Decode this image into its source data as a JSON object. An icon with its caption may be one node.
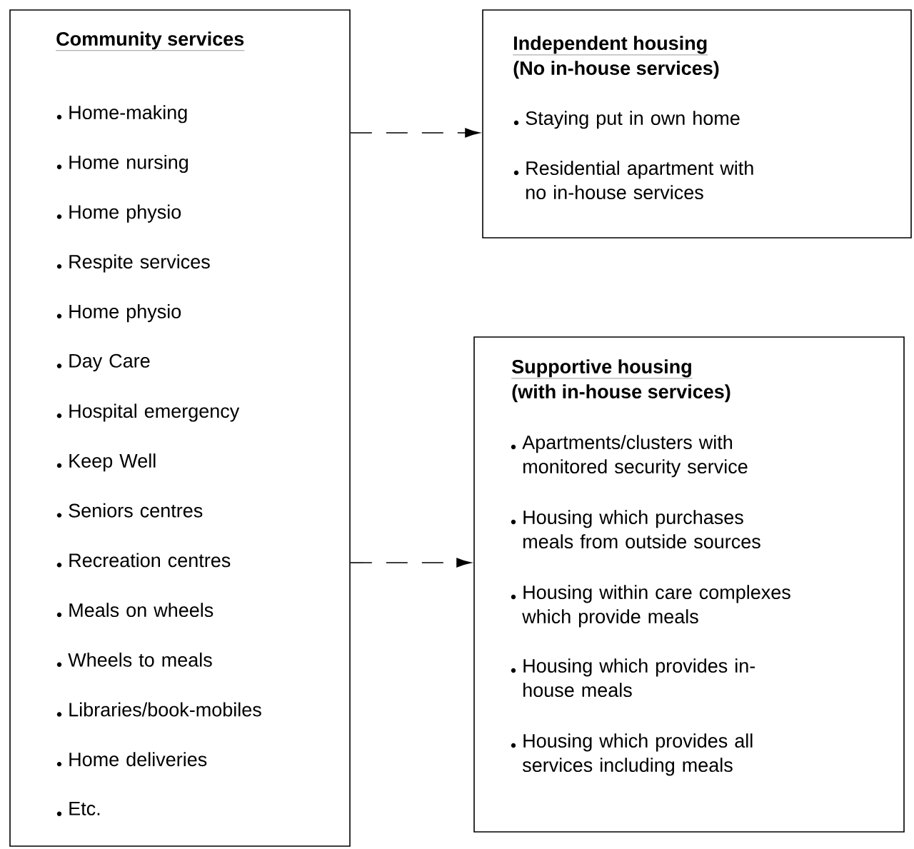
{
  "diagram": {
    "nodes": [
      {
        "text": [
          "Community services",
          "Home-making",
          "Home nursing",
          "Home physio",
          "Respite services",
          "Home physio",
          "Day Care",
          "Hospital emergency",
          "Keep Well",
          "Seniors centres",
          "Recreation centres",
          "Meals on wheels",
          "Wheels to meals",
          "Libraries/book-mobiles",
          "Home deliveries",
          "Etc."
        ]
      },
      {
        "text": [
          "Independent housing",
          "(No in-house services)",
          "Staying put in own home",
          "Residential apartment with no in-house services"
        ]
      },
      {
        "text": [
          "Supportive housing",
          "(with in-house services)",
          "Apartments/clusters with monitored security service",
          "Housing which purchases meals from outside sources",
          "Housing within care complexes which provide meals",
          "Housing which provides in-house meals",
          "Housing which provides all services including meals"
        ]
      }
    ],
    "edges": [
      {
        "from": 0,
        "to": 1,
        "arrow": "to",
        "style": "dashed"
      },
      {
        "from": 0,
        "to": 2,
        "arrow": "to",
        "style": "dashed"
      }
    ]
  }
}
